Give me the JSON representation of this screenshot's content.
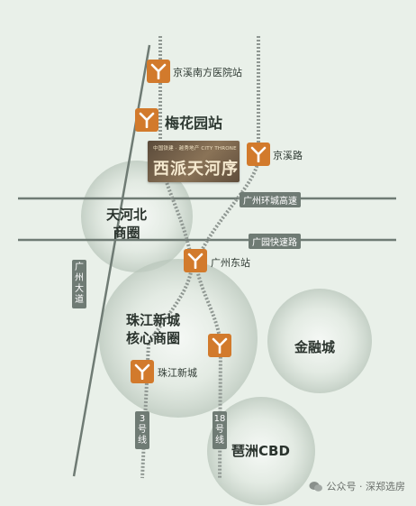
{
  "stations": {
    "jingxi_nanfang": "京溪南方医院站",
    "meihuayuan": "梅花园站",
    "jingxi_road": "京溪路",
    "guangzhou_east": "广州东站",
    "zhujiang_newtown": "珠江新城"
  },
  "project": {
    "subtitle": "中国铁建 · 越秀地产   CITY THRONE",
    "name": "西派天河序"
  },
  "districts": {
    "tianhe_north_line1": "天河北",
    "tianhe_north_line2": "商圈",
    "zhujiang_core_line1": "珠江新城",
    "zhujiang_core_line2": "核心商圈",
    "finance_city": "金融城",
    "pazhou": "琶洲CBD"
  },
  "roads": {
    "ring_expressway": "广州环城高速",
    "guangyuan_express": "广园快速路",
    "guangzhou_avenue": "广州大道"
  },
  "lines": {
    "line3": "3号线",
    "line18": "18号线"
  },
  "watermark": {
    "text": "公众号 · 深郑选房"
  },
  "colors": {
    "metro_icon": "#d27a2c",
    "road": "#6f7b74",
    "rail": "#8f9792",
    "background": "#e9f0e9"
  },
  "icons": {
    "metro": "metro-y-icon",
    "watermark": "wechat-icon"
  }
}
